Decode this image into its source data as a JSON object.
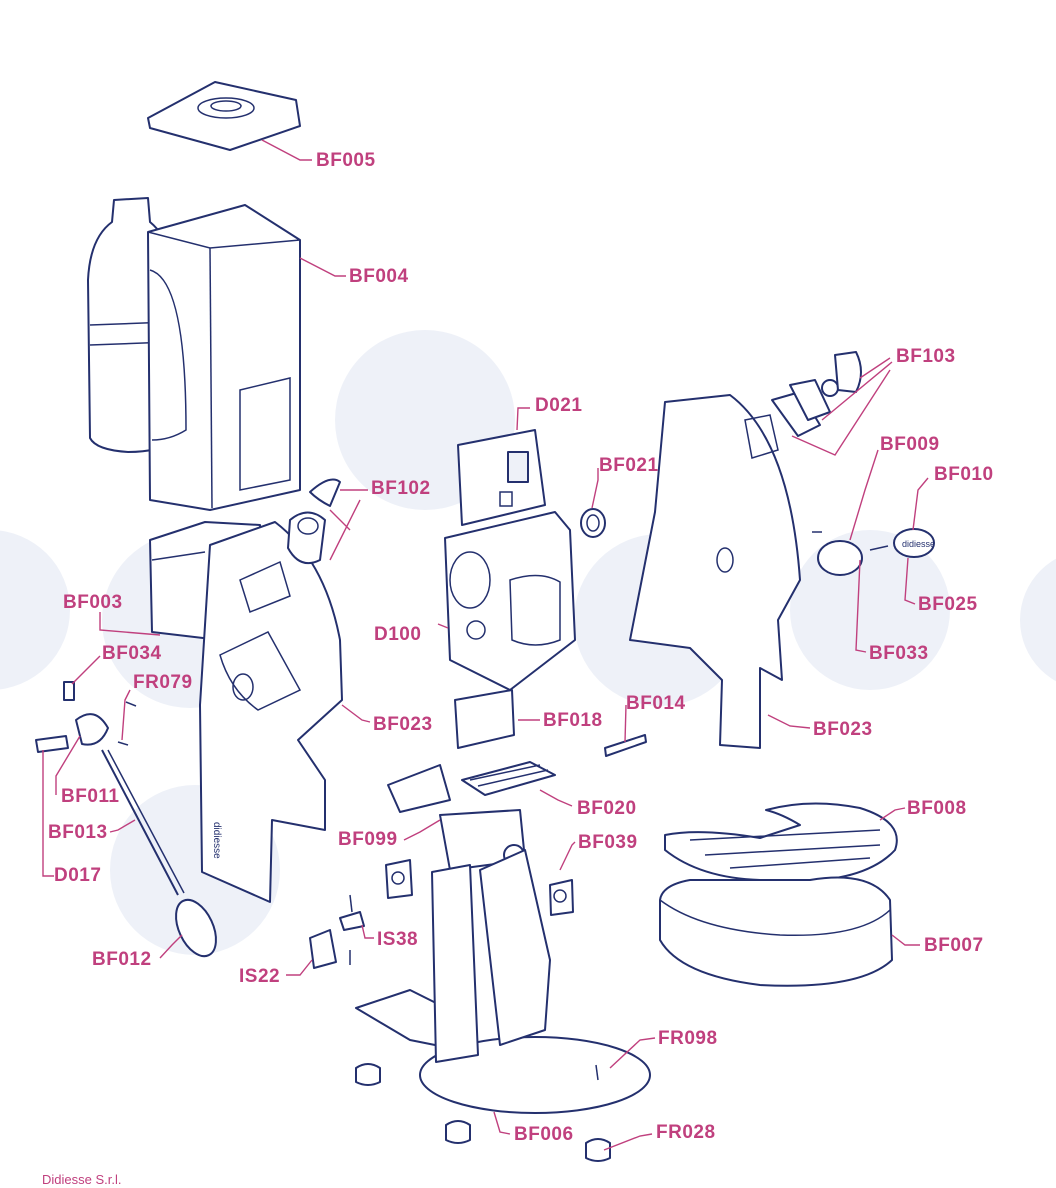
{
  "colors": {
    "label": "#c0407e",
    "line": "#24306e",
    "bubble": "#eef1f8",
    "background": "#ffffff"
  },
  "footer": {
    "company": "Didiesse S.r.l."
  },
  "parts": {
    "BF005": "BF005",
    "BF004": "BF004",
    "BF103": "BF103",
    "BF009": "BF009",
    "BF010": "BF010",
    "D021": "D021",
    "BF021": "BF021",
    "BF102": "BF102",
    "BF025": "BF025",
    "BF003": "BF003",
    "D100": "D100",
    "BF033": "BF033",
    "BF034": "BF034",
    "FR079": "FR079",
    "BF014": "BF014",
    "BF023_front": "BF023",
    "BF018": "BF018",
    "BF023_rear": "BF023",
    "BF011": "BF011",
    "BF008": "BF008",
    "BF020": "BF020",
    "BF013": "BF013",
    "BF099": "BF099",
    "BF039": "BF039",
    "D017": "D017",
    "IS38": "IS38",
    "BF007": "BF007",
    "BF012": "BF012",
    "IS22": "IS22",
    "FR098": "FR098",
    "BF006": "BF006",
    "FR028": "FR028"
  }
}
